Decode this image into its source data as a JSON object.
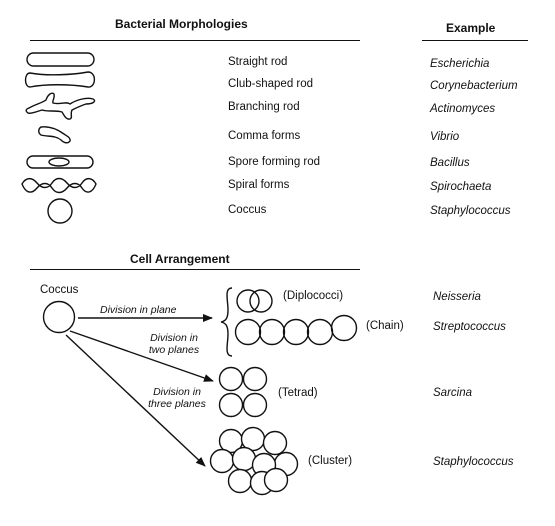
{
  "morphologies": {
    "header": "Bacterial Morphologies",
    "example_header": "Example",
    "items": [
      {
        "shape": "straight-rod-icon",
        "label": "Straight rod",
        "example": "Escherichia"
      },
      {
        "shape": "club-shaped-rod-icon",
        "label": "Club-shaped rod",
        "example": "Corynebacterium"
      },
      {
        "shape": "branching-rod-icon",
        "label": "Branching rod",
        "example": "Actinomyces"
      },
      {
        "shape": "comma-form-icon",
        "label": "Comma forms",
        "example": "Vibrio"
      },
      {
        "shape": "spore-forming-rod-icon",
        "label": "Spore forming rod",
        "example": "Bacillus"
      },
      {
        "shape": "spiral-form-icon",
        "label": "Spiral forms",
        "example": "Spirochaeta"
      },
      {
        "shape": "coccus-icon",
        "label": "Coccus",
        "example": "Staphylococcus"
      }
    ]
  },
  "arrangement": {
    "header": "Cell Arrangement",
    "source_label": "Coccus",
    "division_labels": {
      "plane": "Division in plane",
      "two_planes": [
        "Division in",
        "two planes"
      ],
      "three_planes": [
        "Division in",
        "three planes"
      ]
    },
    "forms": [
      {
        "label": "(Diplococci)",
        "example": "Neisseria"
      },
      {
        "label": "(Chain)",
        "example": "Streptococcus"
      },
      {
        "label": "(Tetrad)",
        "example": "Sarcina"
      },
      {
        "label": "(Cluster)",
        "example": "Staphylococcus"
      }
    ]
  }
}
